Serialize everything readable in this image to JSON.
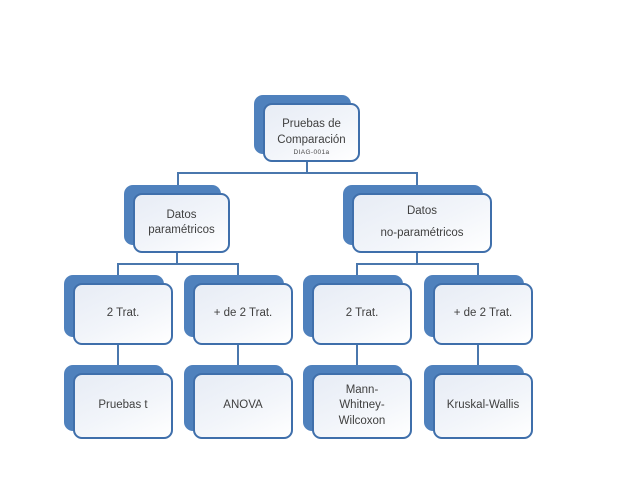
{
  "diagram_title": "Pruebas de Comparación",
  "colors": {
    "node_shadow_blue": "#4f81bd",
    "node_border_blue": "#3f6fab",
    "connector_blue": "#4a77ad",
    "node_fill_light": "#e7ecf5",
    "text": "#404040",
    "background": "#ffffff"
  },
  "nodes": {
    "root": {
      "label": "Pruebas de\nComparación",
      "code": "DIAG-001a"
    },
    "datos_parametricos": {
      "label": "Datos\nparamétricos"
    },
    "datos_no_parametricos": {
      "label": "Datos\nno-paramétricos"
    },
    "param_2_trat": {
      "label": "2 Trat."
    },
    "param_mas_de_2_trat": {
      "label": "+ de 2 Trat."
    },
    "noparam_2_trat": {
      "label": "2 Trat."
    },
    "noparam_mas_de_2_trat": {
      "label": "+ de 2 Trat."
    },
    "pruebas_t": {
      "label": "Pruebas t"
    },
    "anova": {
      "label": "ANOVA"
    },
    "mann_whitney_wilcoxon": {
      "label": "Mann-\nWhitney-\nWilcoxon"
    },
    "kruskal_wallis": {
      "label": "Kruskal-Wallis"
    }
  }
}
